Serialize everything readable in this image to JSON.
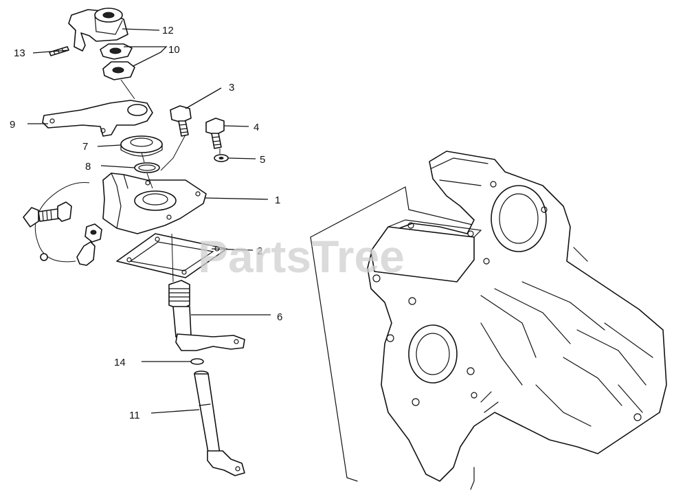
{
  "watermark": {
    "text": "PartsTree"
  },
  "callouts": [
    {
      "id": "1",
      "label": "1"
    },
    {
      "id": "2",
      "label": "2"
    },
    {
      "id": "3",
      "label": "3"
    },
    {
      "id": "4",
      "label": "4"
    },
    {
      "id": "5",
      "label": "5"
    },
    {
      "id": "6",
      "label": "6"
    },
    {
      "id": "7",
      "label": "7"
    },
    {
      "id": "8",
      "label": "8"
    },
    {
      "id": "9",
      "label": "9"
    },
    {
      "id": "10",
      "label": "10"
    },
    {
      "id": "11",
      "label": "11"
    },
    {
      "id": "12",
      "label": "12"
    },
    {
      "id": "13",
      "label": "13"
    },
    {
      "id": "14",
      "label": "14"
    }
  ],
  "colors": {
    "ink": "#111111",
    "watermark": "#cfcfcf",
    "background": "#ffffff"
  }
}
